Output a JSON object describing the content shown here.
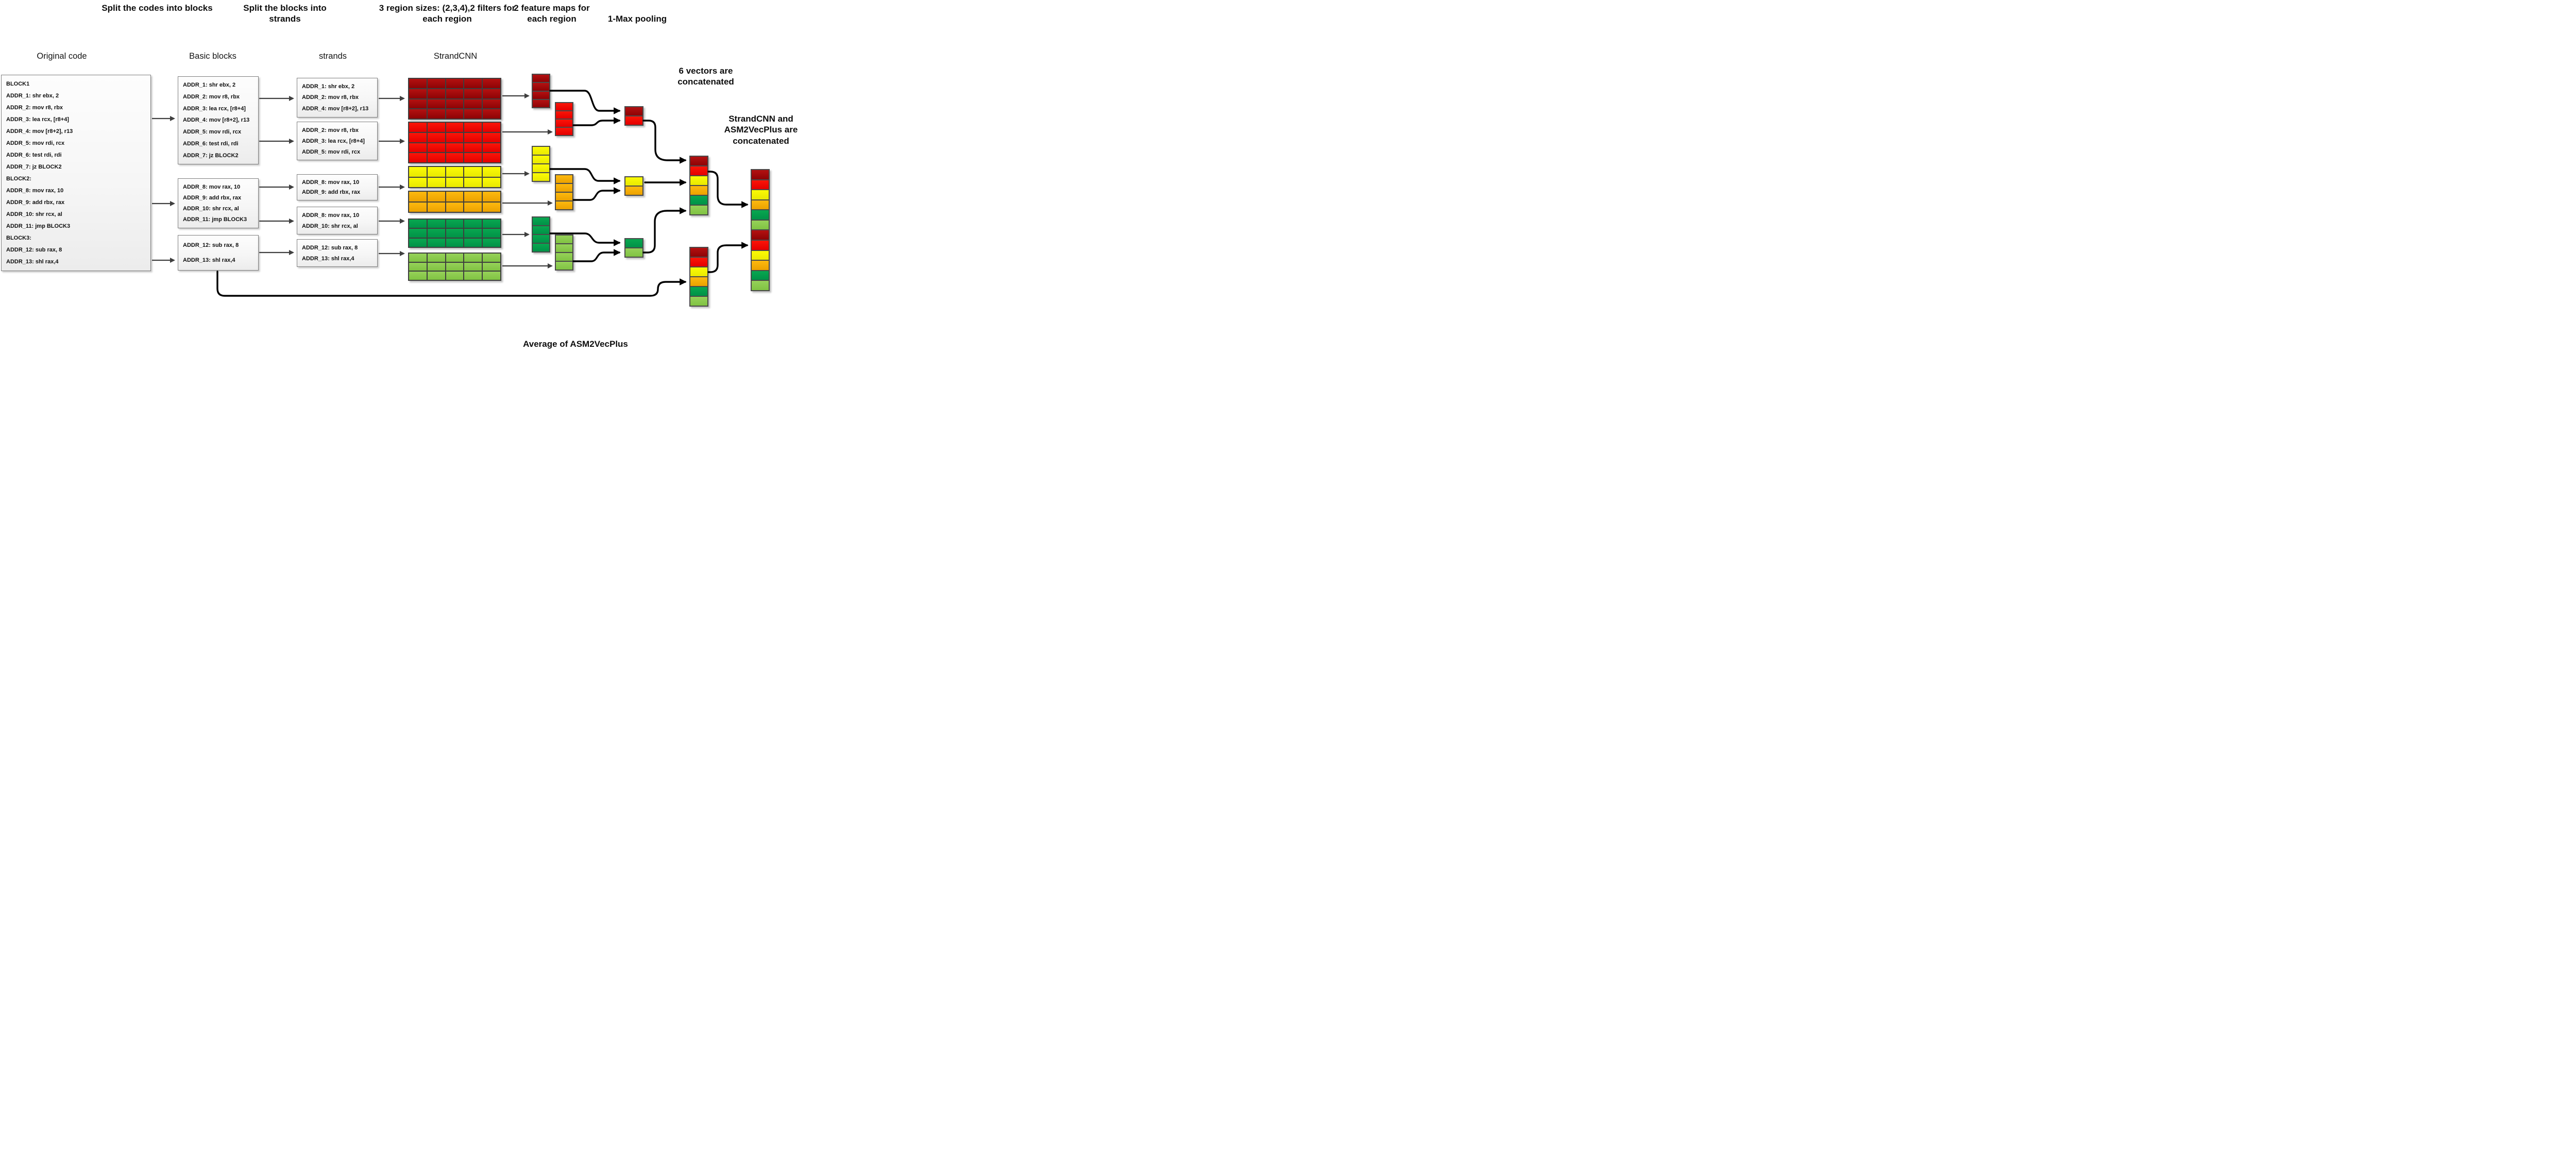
{
  "headers": {
    "split_codes": "Split the codes into blocks",
    "split_blocks": "Split the blocks into strands",
    "region_sizes": "3 region sizes:  (2,3,4),2 filters for each region",
    "feature_maps": "2 feature maps for each region",
    "max_pooling": "1-Max pooling"
  },
  "labels": {
    "six_vectors": "6 vectors are concatenated",
    "final_concat": "StrandCNN and ASM2VecPlus are concatenated",
    "average": "Average of ASM2VecPlus"
  },
  "columns": {
    "original_code": "Original code",
    "basic_blocks": "Basic blocks",
    "strands": "strands",
    "strandcnn": "StrandCNN"
  },
  "original_code": {
    "lines": [
      "BLOCK1",
      "ADDR_1: shr ebx, 2",
      "ADDR_2: mov r8, rbx",
      "ADDR_3: lea rcx, [r8+4]",
      "ADDR_4: mov [r8+2], r13",
      "ADDR_5: mov rdi, rcx",
      "ADDR_6: test rdi, rdi",
      "ADDR_7: jz BLOCK2",
      "BLOCK2:",
      "ADDR_8: mov rax, 10",
      "ADDR_9: add rbx, rax",
      "ADDR_10: shr rcx, al",
      "ADDR_11: jmp BLOCK3",
      "BLOCK3:",
      "ADDR_12: sub rax, 8",
      "ADDR_13: shl rax,4"
    ]
  },
  "basic_blocks": {
    "blocks": [
      {
        "lines": [
          "ADDR_1: shr ebx, 2",
          "ADDR_2: mov r8, rbx",
          "ADDR_3: lea rcx, [r8+4]",
          "ADDR_4: mov [r8+2], r13",
          "ADDR_5: mov rdi, rcx",
          "ADDR_6: test rdi, rdi",
          "ADDR_7: jz BLOCK2"
        ]
      },
      {
        "lines": [
          "ADDR_8: mov rax, 10",
          "ADDR_9: add rbx, rax",
          "ADDR_10: shr rcx, al",
          "ADDR_11: jmp BLOCK3"
        ]
      },
      {
        "lines": [
          "ADDR_12: sub rax, 8",
          "ADDR_13: shl rax,4"
        ]
      }
    ]
  },
  "strands": {
    "boxes": [
      {
        "lines": [
          "ADDR_1: shr ebx, 2",
          "ADDR_2: mov r8, rbx",
          "ADDR_4: mov [r8+2], r13"
        ]
      },
      {
        "lines": [
          "ADDR_2: mov r8, rbx",
          "ADDR_3: lea rcx, [r8+4]",
          "ADDR_5: mov rdi, rcx"
        ]
      },
      {
        "lines": [
          "ADDR_8: mov rax, 10",
          "ADDR_9: add rbx, rax"
        ]
      },
      {
        "lines": [
          "ADDR_8: mov rax, 10",
          "ADDR_10: shr rcx, al"
        ]
      },
      {
        "lines": [
          "ADDR_12: sub rax, 8",
          "ADDR_13: shl rax,4"
        ]
      }
    ]
  },
  "strandcnn": {
    "grids": [
      {
        "color": "dark-red",
        "rows": 4,
        "cols": 5
      },
      {
        "color": "red",
        "rows": 4,
        "cols": 5
      },
      {
        "color": "yellow",
        "rows": 2,
        "cols": 5
      },
      {
        "color": "orange",
        "rows": 2,
        "cols": 5
      },
      {
        "color": "green",
        "rows": 3,
        "cols": 5
      },
      {
        "color": "light-green",
        "rows": 3,
        "cols": 5
      }
    ]
  },
  "feature_maps": [
    {
      "cells": [
        "dark-red",
        "dark-red",
        "dark-red",
        "dark-red"
      ]
    },
    {
      "cells": [
        "red",
        "red",
        "red",
        "red"
      ]
    },
    {
      "cells": [
        "yellow",
        "yellow",
        "yellow",
        "yellow"
      ]
    },
    {
      "cells": [
        "orange",
        "orange",
        "orange",
        "orange"
      ]
    },
    {
      "cells": [
        "green",
        "green",
        "green",
        "green"
      ]
    },
    {
      "cells": [
        "light-green",
        "light-green",
        "light-green",
        "light-green"
      ]
    }
  ],
  "pools": [
    {
      "cells": [
        "dark-red",
        "red"
      ]
    },
    {
      "cells": [
        "yellow",
        "orange"
      ]
    },
    {
      "cells": [
        "green",
        "light-green"
      ]
    }
  ],
  "vectors": {
    "concat6": {
      "cells": [
        "dark-red",
        "red",
        "yellow",
        "orange",
        "green",
        "light-green"
      ]
    },
    "asm2vec_avg": {
      "cells": [
        "dark-red",
        "red",
        "yellow",
        "orange",
        "green",
        "light-green"
      ]
    },
    "final": {
      "cells": [
        "dark-red",
        "red",
        "yellow",
        "orange",
        "green",
        "light-green",
        "dark-red",
        "red",
        "yellow",
        "orange",
        "green",
        "light-green"
      ]
    }
  },
  "colors": {
    "dark-red": [
      "#b31111",
      "#8e0305"
    ],
    "red": [
      "#fb1508",
      "#e40000"
    ],
    "yellow": [
      "#fbfb06",
      "#e9e900"
    ],
    "orange": [
      "#fdb90f",
      "#eca200"
    ],
    "green": [
      "#09a750",
      "#009247"
    ],
    "light-green": [
      "#96d159",
      "#80c342"
    ]
  }
}
